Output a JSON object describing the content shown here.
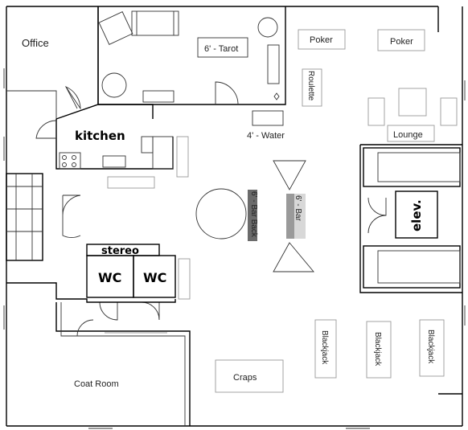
{
  "rooms": {
    "office": "Office",
    "kitchen": "kitchen",
    "coat_room": "Coat Room",
    "stereo": "stereo",
    "wc_1": "WC",
    "wc_2": "WC",
    "elevator": "elev.",
    "lounge": "Lounge"
  },
  "stations": {
    "tarot": "6' - Tarot",
    "water": "4' - Water",
    "poker_1": "Poker",
    "poker_2": "Poker",
    "roulette": "Roulette",
    "bar_back": "6' - Bar Back",
    "bar": "6' - Bar",
    "blackjack_1": "Blackjack",
    "blackjack_2": "Blackjack",
    "blackjack_3": "Blackjack",
    "craps": "Craps"
  },
  "colors": {
    "bar_back_fill": "#6b6b6b",
    "bar_fill": "#9a9a9a",
    "bar_light": "#d8d8d8"
  }
}
